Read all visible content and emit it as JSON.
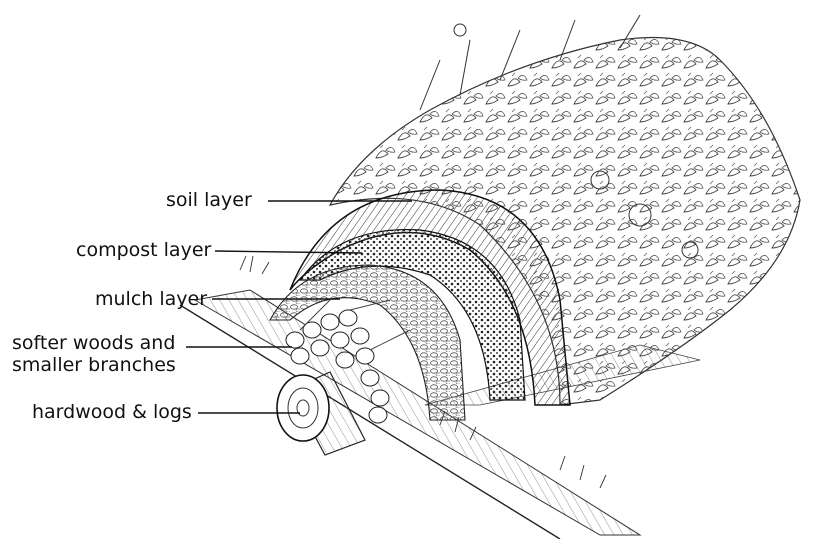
{
  "diagram": {
    "labels": {
      "soil": "soil layer",
      "compost": "compost layer",
      "mulch": "mulch layer",
      "softer_line1": "softer woods and",
      "softer_line2": "smaller branches",
      "hardwood": "hardwood & logs"
    },
    "colors": {
      "ink": "#111111",
      "paper": "#ffffff"
    }
  }
}
